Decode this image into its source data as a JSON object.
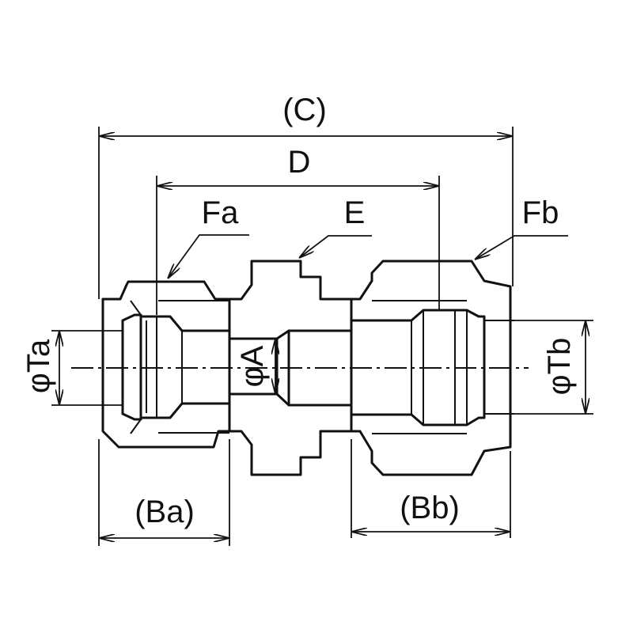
{
  "drawing": {
    "title": "",
    "labels": {
      "C": "(C)",
      "D": "D",
      "E": "E",
      "Fa": "Fa",
      "Fb": "Fb",
      "A": "φA",
      "Ta": "φTa",
      "Tb": "φTb",
      "Ba": "(Ba)",
      "Bb": "(Bb)"
    }
  }
}
